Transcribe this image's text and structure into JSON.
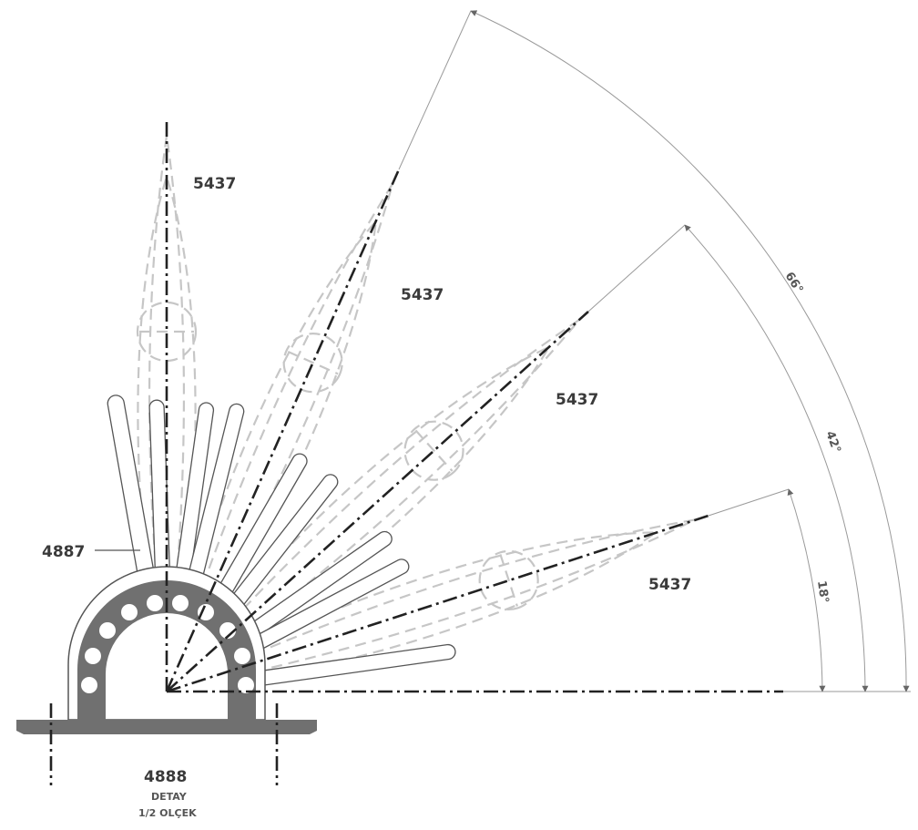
{
  "parts": {
    "ghost_label": "5437",
    "brush_label": "4887",
    "base_label": "4888",
    "detail_label": "DETAY",
    "scale_label": "1/2 OLÇEK"
  },
  "angles": {
    "a1": "18°",
    "a2": "42°",
    "a3": "66°"
  },
  "colors": {
    "base_fill": "#707070",
    "ghost_stroke": "#c6c6c6",
    "axis_stroke": "#222222"
  }
}
